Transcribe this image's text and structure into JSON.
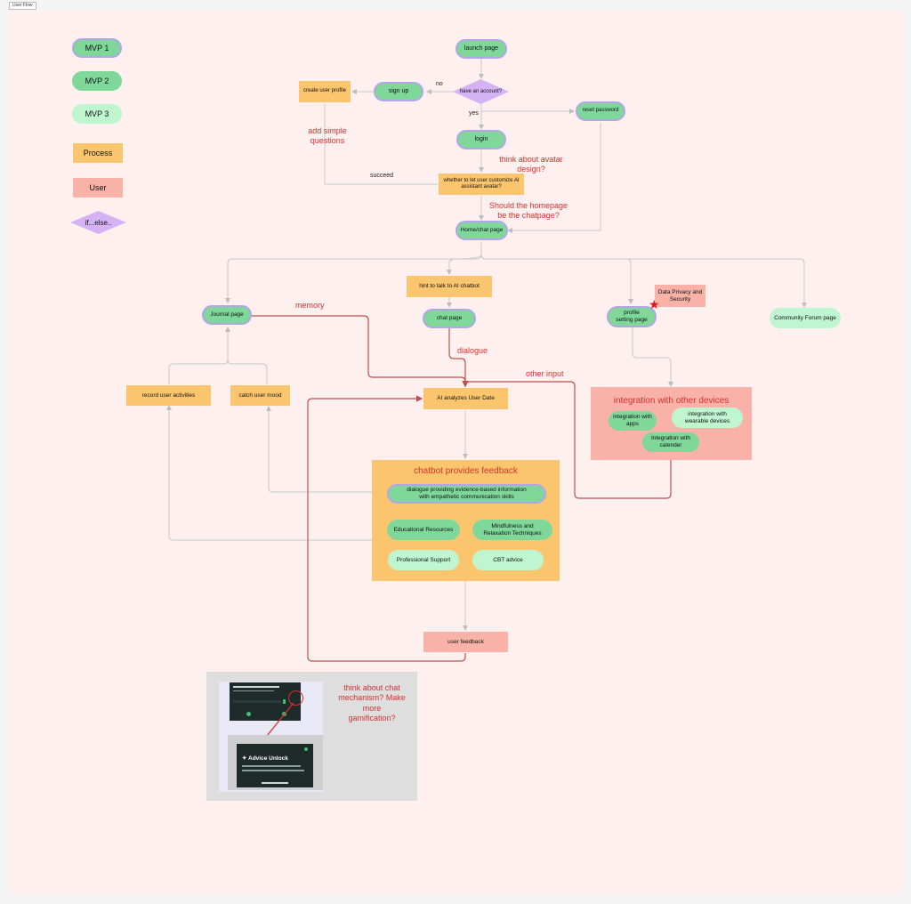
{
  "frame_label": "User Flow",
  "legend": {
    "mvp1": "MVP 1",
    "mvp2": "MVP 2",
    "mvp3": "MVP 3",
    "process": "Process",
    "user": "User",
    "ifelse": "if...else.."
  },
  "nodes": {
    "launch": "launch page",
    "have_account": "have an account?",
    "sign_up": "sign up",
    "create_profile": "create user profile",
    "reset_password": "reset password",
    "login": "login",
    "customize_avatar": "whether to let user customize AI assistant avatar?",
    "home_chat": "Home/chat page",
    "hint": "hint to talk to AI chatbot",
    "chat_page": "chat page",
    "journal": "Journal page",
    "profile_setting": "profile setting page",
    "data_privacy": "Data Privacy and Security",
    "community": "Community Forum page",
    "record_activities": "record user activities",
    "catch_mood": "catch user mood",
    "ai_analyzes": "AI analyzes User Date",
    "integration_title": "integration with other devices",
    "integ_apps": "integration with apps",
    "integ_wearable": "integration with wearable devices",
    "integ_calender": "Integration with calender",
    "feedback_title": "chatbot provides feedback",
    "dialogue_info": "dialogue providing  evidence-based information with empathetic communication skills",
    "edu": "Educational Resources",
    "mindfulness": "Mindfulness and Relaxation Techniques",
    "professional": "Professional Support",
    "cbt": "CBT advice",
    "user_feedback": "user feedback"
  },
  "edge_labels": {
    "no": "no",
    "yes": "yes",
    "succeed": "succeed",
    "memory": "memory",
    "dialogue": "dialogue",
    "other_input": "other input"
  },
  "notes": {
    "add_questions": "add simple questions",
    "avatar_design": "think about avatar design?",
    "homepage_chat": "Should the homepage be the chatpage?",
    "chat_mechanism": "think about chat mechanism? Make more gamification?"
  },
  "screenshot": {
    "advice_unlock": "Advice Unlock"
  },
  "colors": {
    "mvp_green": "#7fd79a",
    "mvp3_green": "#bff5cf",
    "process_orange": "#fbc56e",
    "user_salmon": "#f8b2a8",
    "decision_purple": "#d4b2f4",
    "note_red": "#d3322f",
    "edge_gray": "#c8c8c8",
    "edge_red": "#c0504d"
  }
}
